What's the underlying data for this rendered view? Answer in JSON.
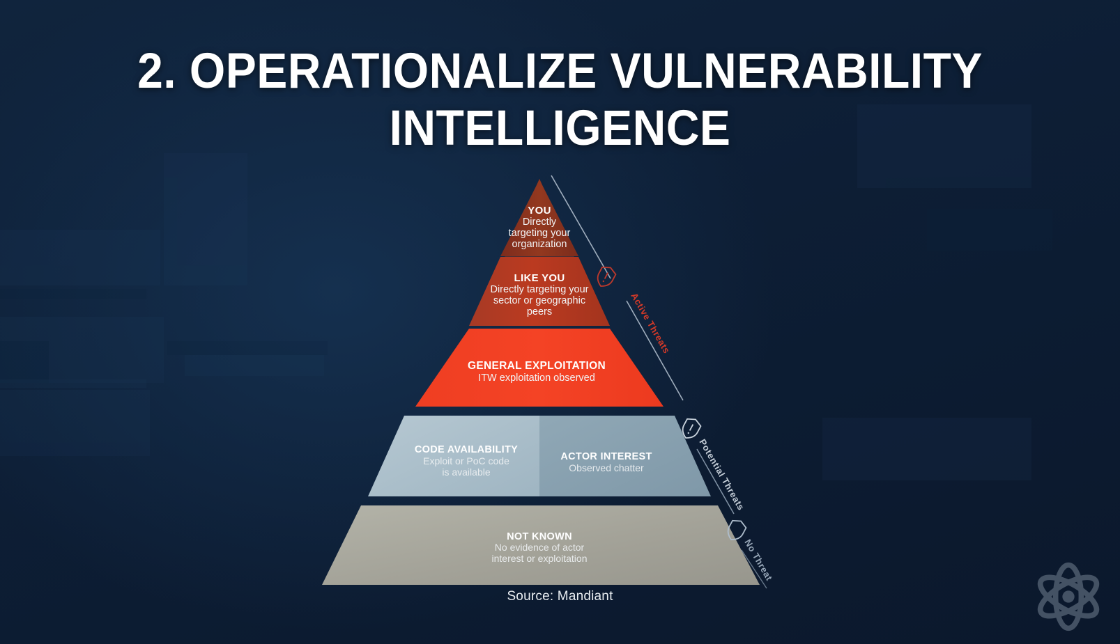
{
  "slide": {
    "title": "2. OPERATIONALIZE VULNERABILITY\nINTELLIGENCE",
    "source_caption": "Source: Mandiant",
    "background_color": "#0d1f36",
    "logo_name": "atom-orbit-logo"
  },
  "chart_data": {
    "type": "pyramid",
    "title": "2. OPERATIONALIZE VULNERABILITY INTELLIGENCE",
    "source": "Source: Mandiant",
    "orientation": "top-to-bottom-severity",
    "tiers": [
      {
        "id": "you",
        "rank": 1,
        "label": "YOU",
        "description": "Directly targeting your organization",
        "color": "#8d3321",
        "threat_group": "Active Threats"
      },
      {
        "id": "like-you",
        "rank": 2,
        "label": "LIKE YOU",
        "description": "Directly targeting your sector or geographic peers",
        "color": "#b4371f",
        "threat_group": "Active Threats"
      },
      {
        "id": "general-exploitation",
        "rank": 3,
        "label": "GENERAL EXPLOITATION",
        "description": "ITW exploitation observed",
        "color": "#f03a20",
        "threat_group": "Active Threats"
      },
      {
        "id": "code-availability",
        "rank": 4,
        "label": "CODE AVAILABILITY",
        "description": "Exploit or PoC code is available",
        "color": "#aabfcb",
        "threat_group": "Potential Threats",
        "split": "left"
      },
      {
        "id": "actor-interest",
        "rank": 4,
        "label": "ACTOR INTEREST",
        "description": "Observed chatter",
        "color": "#8ea7b5",
        "threat_group": "Potential Threats",
        "split": "right"
      },
      {
        "id": "not-known",
        "rank": 5,
        "label": "NOT KNOWN",
        "description": "No evidence of actor interest or exploitation",
        "color": "#a9a79c",
        "threat_group": "No Threat"
      }
    ],
    "threat_axis": [
      {
        "id": "active-threats",
        "label": "Active Threats",
        "color": "#d63a28",
        "icon": "shield-alert-icon"
      },
      {
        "id": "potential-threats",
        "label": "Potential Threats",
        "color": "#c3ccd6",
        "icon": "shield-alert-icon"
      },
      {
        "id": "no-threat",
        "label": "No Threat",
        "color": "#98a7b8",
        "icon": "shield-icon"
      }
    ]
  },
  "tier_text": {
    "you": {
      "label": "YOU",
      "line1": "Directly",
      "line2": "targeting your",
      "line3": "organization"
    },
    "like_you": {
      "label": "LIKE YOU",
      "line1": "Directly targeting your",
      "line2": "sector or geographic",
      "line3": "peers"
    },
    "general": {
      "label": "GENERAL EXPLOITATION",
      "line1": "ITW exploitation observed"
    },
    "code": {
      "label": "CODE AVAILABILITY",
      "line1": "Exploit or PoC code",
      "line2": "is available"
    },
    "actor": {
      "label": "ACTOR INTEREST",
      "line1": "Observed chatter"
    },
    "not_known": {
      "label": "NOT KNOWN",
      "line1": "No evidence of actor",
      "line2": "interest or exploitation"
    }
  },
  "side_labels": {
    "active": "Active Threats",
    "potential": "Potential Threats",
    "no_threat": "No Threat"
  }
}
